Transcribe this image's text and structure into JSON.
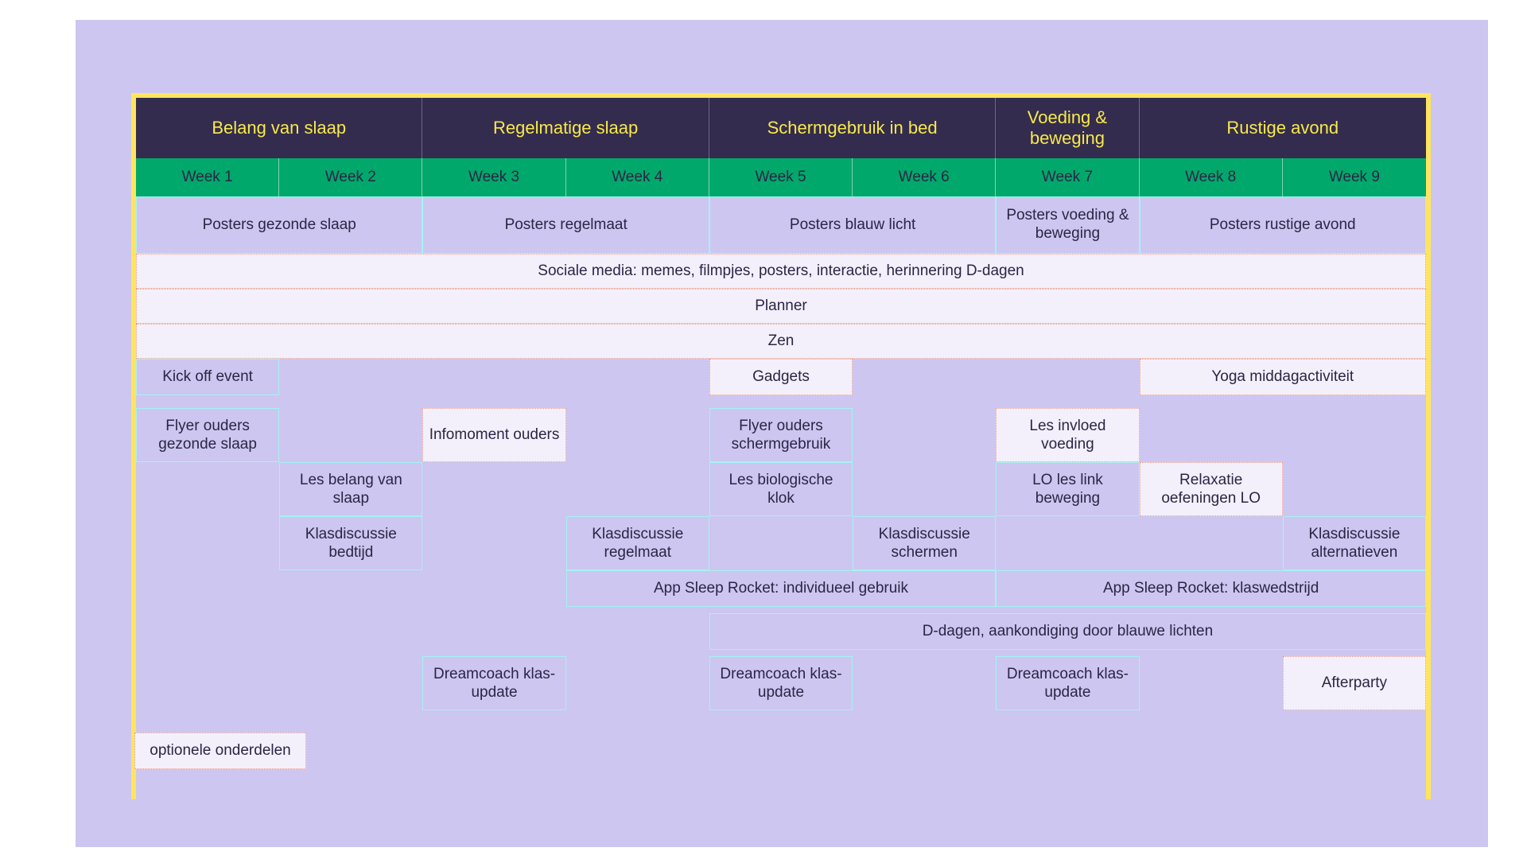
{
  "colors": {
    "canvas_bg": "#cdc6f0",
    "frame": "#ffe45e",
    "theme_bg": "#342c4e",
    "theme_text": "#f7e94b",
    "week_bg": "#00a86b",
    "week_text": "#2c2545",
    "box_border": "#a5f2f3",
    "optional_border": "#f09a86",
    "optional_bg": "#f3f0fb",
    "body_text": "#2c2545"
  },
  "themes": [
    {
      "label": "Belang van slaap",
      "weeks": 2
    },
    {
      "label": "Regelmatige slaap",
      "weeks": 2
    },
    {
      "label": "Schermgebruik in bed",
      "weeks": 2
    },
    {
      "label": "Voeding & beweging",
      "weeks": 1
    },
    {
      "label": "Rustige avond",
      "weeks": 2
    }
  ],
  "weeks": [
    "Week 1",
    "Week 2",
    "Week 3",
    "Week 4",
    "Week 5",
    "Week 6",
    "Week 7",
    "Week 8",
    "Week 9"
  ],
  "posters": [
    {
      "label": "Posters gezonde slaap",
      "start": 1,
      "span": 2
    },
    {
      "label": "Posters regelmaat",
      "start": 3,
      "span": 2
    },
    {
      "label": "Posters blauw licht",
      "start": 5,
      "span": 2
    },
    {
      "label": "Posters voeding & beweging",
      "start": 7,
      "span": 1
    },
    {
      "label": "Posters rustige avond",
      "start": 8,
      "span": 2
    }
  ],
  "bands": [
    {
      "label": "Sociale media: memes, filmpjes, posters, interactie, herinnering D-dagen"
    },
    {
      "label": "Planner"
    },
    {
      "label": "Zen"
    }
  ],
  "activities": [
    {
      "label": "Kick off event",
      "start": 1,
      "span": 1,
      "row": 0,
      "optional": false
    },
    {
      "label": "Gadgets",
      "start": 5,
      "span": 1,
      "row": 0,
      "optional": true
    },
    {
      "label": "Yoga middagactiviteit",
      "start": 8,
      "span": 2,
      "row": 0,
      "optional": true
    },
    {
      "label": "Flyer ouders gezonde slaap",
      "start": 1,
      "span": 1,
      "row": 1,
      "optional": false
    },
    {
      "label": "Infomoment ouders",
      "start": 3,
      "span": 1,
      "row": 1,
      "optional": true
    },
    {
      "label": "Flyer ouders schermgebruik",
      "start": 5,
      "span": 1,
      "row": 1,
      "optional": false
    },
    {
      "label": "Les invloed voeding",
      "start": 7,
      "span": 1,
      "row": 1,
      "optional": true
    },
    {
      "label": "Les belang van slaap",
      "start": 2,
      "span": 1,
      "row": 2,
      "optional": false
    },
    {
      "label": "Les biologische klok",
      "start": 5,
      "span": 1,
      "row": 2,
      "optional": false
    },
    {
      "label": "LO les link beweging",
      "start": 7,
      "span": 1,
      "row": 2,
      "optional": false
    },
    {
      "label": "Relaxatie oefeningen LO",
      "start": 8,
      "span": 1,
      "row": 2,
      "optional": true
    },
    {
      "label": "Klasdiscussie bedtijd",
      "start": 2,
      "span": 1,
      "row": 3,
      "optional": false
    },
    {
      "label": "Klasdiscussie regelmaat",
      "start": 4,
      "span": 1,
      "row": 3,
      "optional": false
    },
    {
      "label": "Klasdiscussie schermen",
      "start": 6,
      "span": 1,
      "row": 3,
      "optional": false
    },
    {
      "label": "Klasdiscussie alternatieven",
      "start": 9,
      "span": 1,
      "row": 3,
      "optional": false
    },
    {
      "label": "App Sleep Rocket: individueel gebruik",
      "start": 4,
      "span": 3,
      "row": 4,
      "optional": false
    },
    {
      "label": "App Sleep Rocket: klaswedstrijd",
      "start": 7,
      "span": 3,
      "row": 4,
      "optional": false
    },
    {
      "label": "D-dagen, aankondiging door blauwe lichten",
      "start": 5,
      "span": 5,
      "row": 5,
      "optional": false
    },
    {
      "label": "Dreamcoach klas-update",
      "start": 3,
      "span": 1,
      "row": 6,
      "optional": false
    },
    {
      "label": "Dreamcoach klas-update",
      "start": 5,
      "span": 1,
      "row": 6,
      "optional": false
    },
    {
      "label": "Dreamcoach klas-update",
      "start": 7,
      "span": 1,
      "row": 6,
      "optional": false
    },
    {
      "label": "Afterparty",
      "start": 9,
      "span": 1,
      "row": 6,
      "optional": true
    }
  ],
  "legend": {
    "label": "optionele onderdelen"
  }
}
